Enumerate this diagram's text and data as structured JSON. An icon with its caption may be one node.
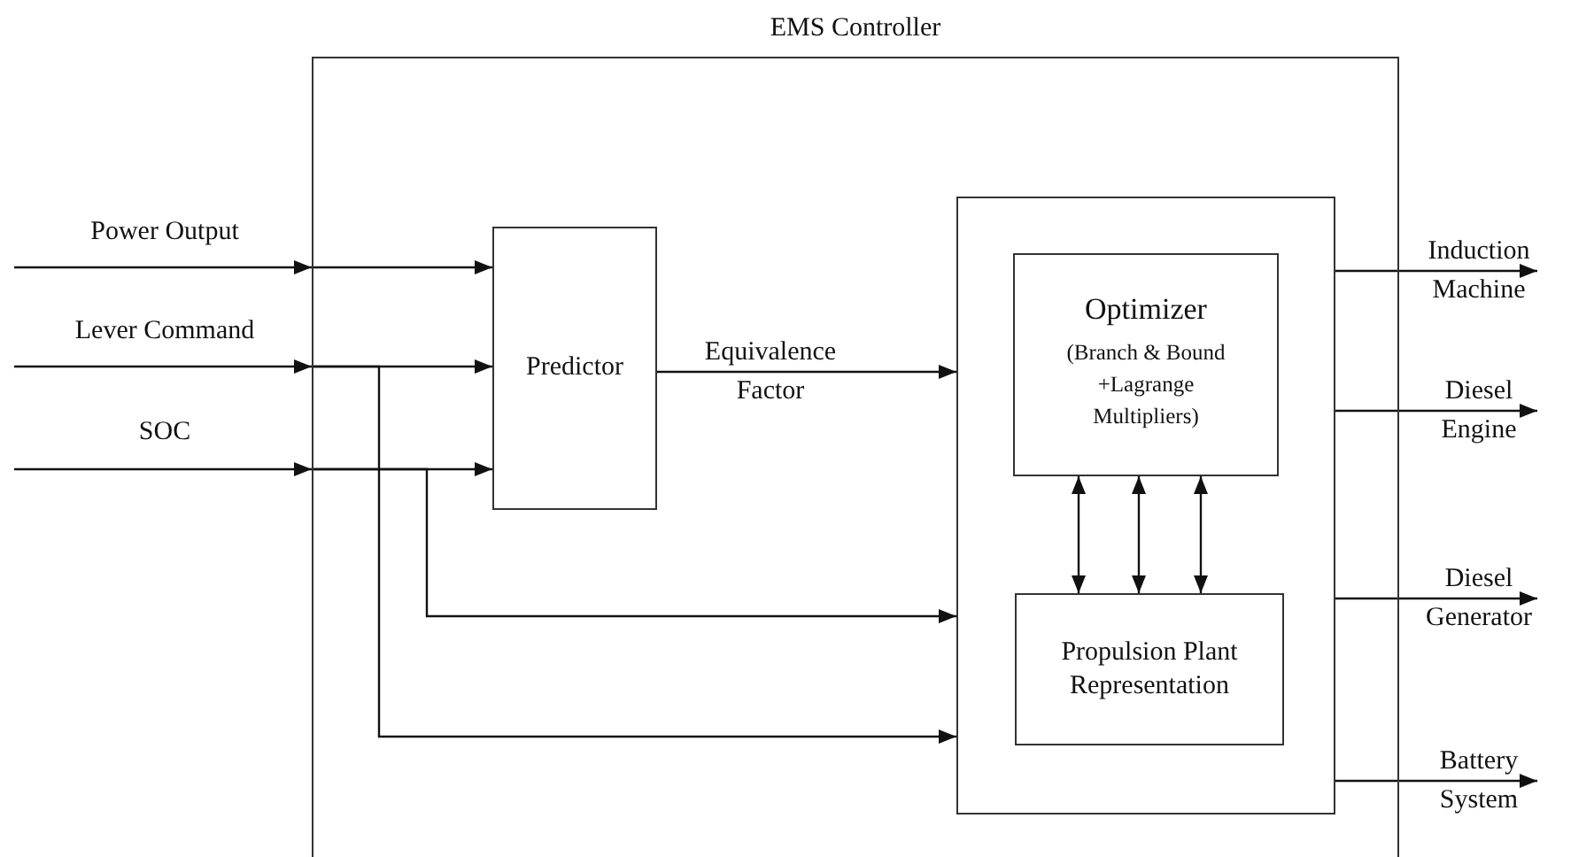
{
  "diagram": {
    "nodes": [
      {
        "text": [
          "EMS Controller"
        ]
      },
      {
        "text": [
          "Predictor"
        ],
        "in": 0
      },
      {
        "text": [],
        "shape": "box",
        "in": 0
      },
      {
        "text": [
          "Optimizer",
          "(Branch & Bound +Lagrange Multipliers)"
        ],
        "in": 2
      },
      {
        "text": [
          "Propulsion Plant Representation"
        ],
        "in": 2
      }
    ],
    "edges": [
      {
        "from": null,
        "to": 0,
        "arrow": "to",
        "label": "Power Output"
      },
      {
        "from": 0,
        "to": 1,
        "arrow": "to"
      },
      {
        "from": null,
        "to": 0,
        "arrow": "to",
        "label": "Lever Command"
      },
      {
        "from": 0,
        "to": 1,
        "arrow": "to"
      },
      {
        "from": 0,
        "to": 2,
        "arrow": "to"
      },
      {
        "from": null,
        "to": 0,
        "arrow": "to",
        "label": "SOC"
      },
      {
        "from": 0,
        "to": 1,
        "arrow": "to"
      },
      {
        "from": 0,
        "to": 2,
        "arrow": "to"
      },
      {
        "from": 1,
        "to": 2,
        "arrow": "to",
        "label": "Equivalence Factor"
      },
      {
        "from": 3,
        "to": 4,
        "arrow": "both"
      },
      {
        "from": 3,
        "to": 4,
        "arrow": "both"
      },
      {
        "from": 3,
        "to": 4,
        "arrow": "both"
      },
      {
        "from": 2,
        "to": null,
        "arrow": "to",
        "label": "Induction Machine"
      },
      {
        "from": 2,
        "to": null,
        "arrow": "to",
        "label": "Diesel Engine"
      },
      {
        "from": 2,
        "to": null,
        "arrow": "to",
        "label": "Diesel Generator"
      },
      {
        "from": 2,
        "to": null,
        "arrow": "to",
        "label": "Battery System"
      }
    ]
  }
}
